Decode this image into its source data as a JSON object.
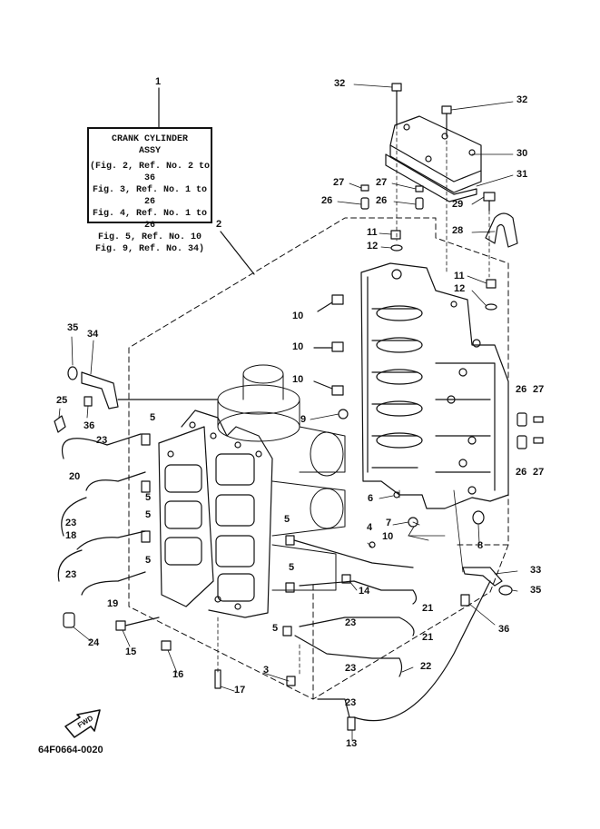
{
  "assembly_box": {
    "title_line1": "CRANK CYLINDER",
    "title_line2": "ASSY",
    "refs": [
      "(Fig. 2, Ref. No. 2 to 36",
      "Fig. 3, Ref. No. 1 to 26",
      "Fig. 4, Ref. No. 1 to 26",
      "Fig. 5, Ref. No. 10",
      "Fig. 9, Ref. No. 34)"
    ]
  },
  "direction_label": "FWD",
  "document_code": "64F0664-0020",
  "callouts": [
    {
      "id": "c1",
      "text": "1"
    },
    {
      "id": "c2",
      "text": "2"
    },
    {
      "id": "c3",
      "text": "3"
    },
    {
      "id": "c4",
      "text": "4"
    },
    {
      "id": "c5a",
      "text": "5"
    },
    {
      "id": "c5b",
      "text": "5"
    },
    {
      "id": "c5c",
      "text": "5"
    },
    {
      "id": "c5d",
      "text": "5"
    },
    {
      "id": "c5e",
      "text": "5"
    },
    {
      "id": "c5f",
      "text": "5"
    },
    {
      "id": "c5g",
      "text": "5"
    },
    {
      "id": "c6",
      "text": "6"
    },
    {
      "id": "c7",
      "text": "7"
    },
    {
      "id": "c8",
      "text": "8"
    },
    {
      "id": "c9",
      "text": "9"
    },
    {
      "id": "c10a",
      "text": "10"
    },
    {
      "id": "c10b",
      "text": "10"
    },
    {
      "id": "c10c",
      "text": "10"
    },
    {
      "id": "c10d",
      "text": "10"
    },
    {
      "id": "c11a",
      "text": "11"
    },
    {
      "id": "c11b",
      "text": "11"
    },
    {
      "id": "c12a",
      "text": "12"
    },
    {
      "id": "c12b",
      "text": "12"
    },
    {
      "id": "c13",
      "text": "13"
    },
    {
      "id": "c14",
      "text": "14"
    },
    {
      "id": "c15",
      "text": "15"
    },
    {
      "id": "c16",
      "text": "16"
    },
    {
      "id": "c17",
      "text": "17"
    },
    {
      "id": "c18",
      "text": "18"
    },
    {
      "id": "c19",
      "text": "19"
    },
    {
      "id": "c20",
      "text": "20"
    },
    {
      "id": "c21a",
      "text": "21"
    },
    {
      "id": "c21b",
      "text": "21"
    },
    {
      "id": "c22",
      "text": "22"
    },
    {
      "id": "c23a",
      "text": "23"
    },
    {
      "id": "c23b",
      "text": "23"
    },
    {
      "id": "c23c",
      "text": "23"
    },
    {
      "id": "c23d",
      "text": "23"
    },
    {
      "id": "c23e",
      "text": "23"
    },
    {
      "id": "c23f",
      "text": "23"
    },
    {
      "id": "c24",
      "text": "24"
    },
    {
      "id": "c25",
      "text": "25"
    },
    {
      "id": "c26a",
      "text": "26"
    },
    {
      "id": "c26b",
      "text": "26"
    },
    {
      "id": "c26c",
      "text": "26"
    },
    {
      "id": "c26d",
      "text": "26"
    },
    {
      "id": "c27a",
      "text": "27"
    },
    {
      "id": "c27b",
      "text": "27"
    },
    {
      "id": "c27c",
      "text": "27"
    },
    {
      "id": "c27d",
      "text": "27"
    },
    {
      "id": "c28",
      "text": "28"
    },
    {
      "id": "c29",
      "text": "29"
    },
    {
      "id": "c30",
      "text": "30"
    },
    {
      "id": "c31",
      "text": "31"
    },
    {
      "id": "c32a",
      "text": "32"
    },
    {
      "id": "c32b",
      "text": "32"
    },
    {
      "id": "c33",
      "text": "33"
    },
    {
      "id": "c34",
      "text": "34"
    },
    {
      "id": "c35a",
      "text": "35"
    },
    {
      "id": "c35b",
      "text": "35"
    },
    {
      "id": "c36a",
      "text": "36"
    },
    {
      "id": "c36b",
      "text": "36"
    }
  ]
}
